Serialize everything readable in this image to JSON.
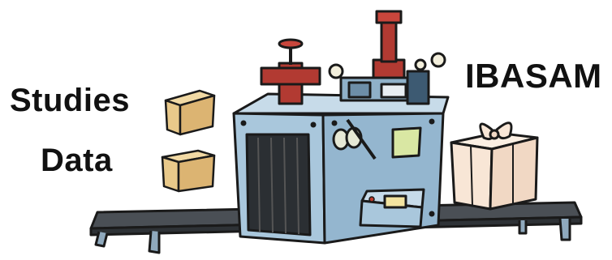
{
  "labels": {
    "left_line1": "Studies",
    "left_line2": "Data",
    "right": "IBASAM"
  },
  "colors": {
    "machine_body": "#a9c7dc",
    "machine_dark": "#7e9fb8",
    "belt": "#4a4f55",
    "pipe_red": "#b23a32",
    "box_kraft": "#e9c98a",
    "gift_box": "#f8e6d6",
    "outline": "#1a1a1a"
  },
  "icons": [
    "cardboard-box-icon",
    "cardboard-box-icon",
    "gift-box-icon",
    "factory-machine-icon",
    "conveyor-belt-icon"
  ]
}
